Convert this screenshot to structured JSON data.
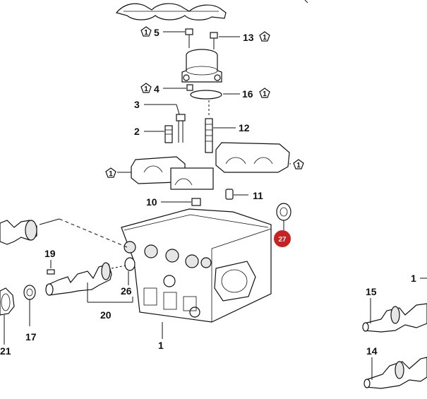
{
  "callouts": {
    "c1": "1",
    "c1b": "1",
    "c2": "2",
    "c3": "3",
    "c4": "4",
    "c5": "5",
    "c10": "10",
    "c11": "11",
    "c12": "12",
    "c13": "13",
    "c14": "14",
    "c15": "15",
    "c16": "16",
    "c17": "17",
    "c19": "19",
    "c20": "20",
    "c21": "21",
    "c26": "26",
    "c27": "27"
  },
  "pentagon_mark": "1",
  "colors": {
    "badge": "#cc1f1f",
    "line": "#111111"
  }
}
